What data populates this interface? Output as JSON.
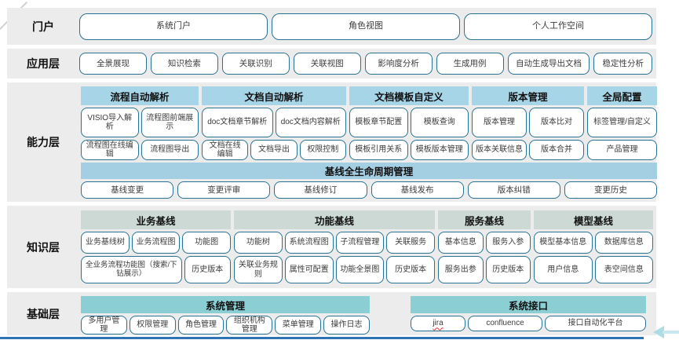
{
  "palette": {
    "row_background": "#ececec",
    "chip_border": "#2a7291",
    "capability_header": "#a7d5e8",
    "knowledge_header": "#ccd9d5",
    "foundation_header": "#8bcfd4",
    "baseline_bar": "#a4cfe3",
    "bottom_accent_line": "#2e74b5",
    "arrow": "#aedce6"
  },
  "portal": {
    "label": "门户",
    "buttons": [
      "系统门户",
      "角色视图",
      "个人工作空间"
    ]
  },
  "application": {
    "label": "应用层",
    "buttons": [
      "全景展现",
      "知识检索",
      "关联识别",
      "关联视图",
      "影响度分析",
      "生成用例",
      "自动生成导出文档",
      "稳定性分析"
    ]
  },
  "capability": {
    "label": "能力层",
    "groups": [
      {
        "title": "流程自动解析",
        "row1": [
          "VISIO导入解析",
          "流程图前端展示"
        ],
        "row2": [
          "流程图在线编辑",
          "流程图导出"
        ]
      },
      {
        "title": "文档自动解析",
        "row1": [
          "doc文档章节解析",
          "doc文档内容解析"
        ],
        "row2": [
          "文档在线编辑",
          "文档导出",
          "权限控制"
        ]
      },
      {
        "title": "文档模板自定义",
        "row1": [
          "模板章节配置",
          "模板查询"
        ],
        "row2": [
          "模板引用关系",
          "模板版本管理"
        ]
      },
      {
        "title": "版本管理",
        "row1": [
          "版本管理",
          "版本比对"
        ],
        "row2": [
          "版本关联信息",
          "版本合并"
        ]
      },
      {
        "title": "全局配置",
        "row1": [
          "标签管理/自定义"
        ],
        "row2": [
          "产品管理"
        ]
      }
    ],
    "baseline": {
      "title": "基线全生命周期管理",
      "buttons": [
        "基线变更",
        "变更评审",
        "基线修订",
        "基线发布",
        "版本纠错",
        "变更历史"
      ]
    }
  },
  "knowledge": {
    "label": "知识层",
    "groups": [
      {
        "title": "业务基线",
        "row1": [
          "业务基线树",
          "业务流程图",
          "功能图"
        ],
        "row2": [
          "全业务流程功能图（搜索/下钻展示）",
          "历史版本"
        ]
      },
      {
        "title": "功能基线",
        "row1": [
          "功能树",
          "系统流程图",
          "子流程管理",
          "关联服务"
        ],
        "row2": [
          "关联业务规则",
          "属性可配置",
          "功能全景图",
          "历史版本"
        ]
      },
      {
        "title": "服务基线",
        "row1": [
          "基本信息",
          "服务入参"
        ],
        "row2": [
          "服务出参",
          "历史版本"
        ]
      },
      {
        "title": "模型基线",
        "row1": [
          "模型基本信息",
          "数据库信息"
        ],
        "row2": [
          "用户信息",
          "表空间信息"
        ]
      }
    ]
  },
  "foundation": {
    "label": "基础层",
    "groups": [
      {
        "title": "系统管理",
        "buttons": [
          "多用户管理",
          "权限管理",
          "角色管理",
          "组织机构管理",
          "菜单管理",
          "操作日志"
        ]
      },
      {
        "title": "系统接口",
        "buttons": [
          "jira",
          "confluence",
          "接口自动化平台"
        ]
      }
    ]
  }
}
